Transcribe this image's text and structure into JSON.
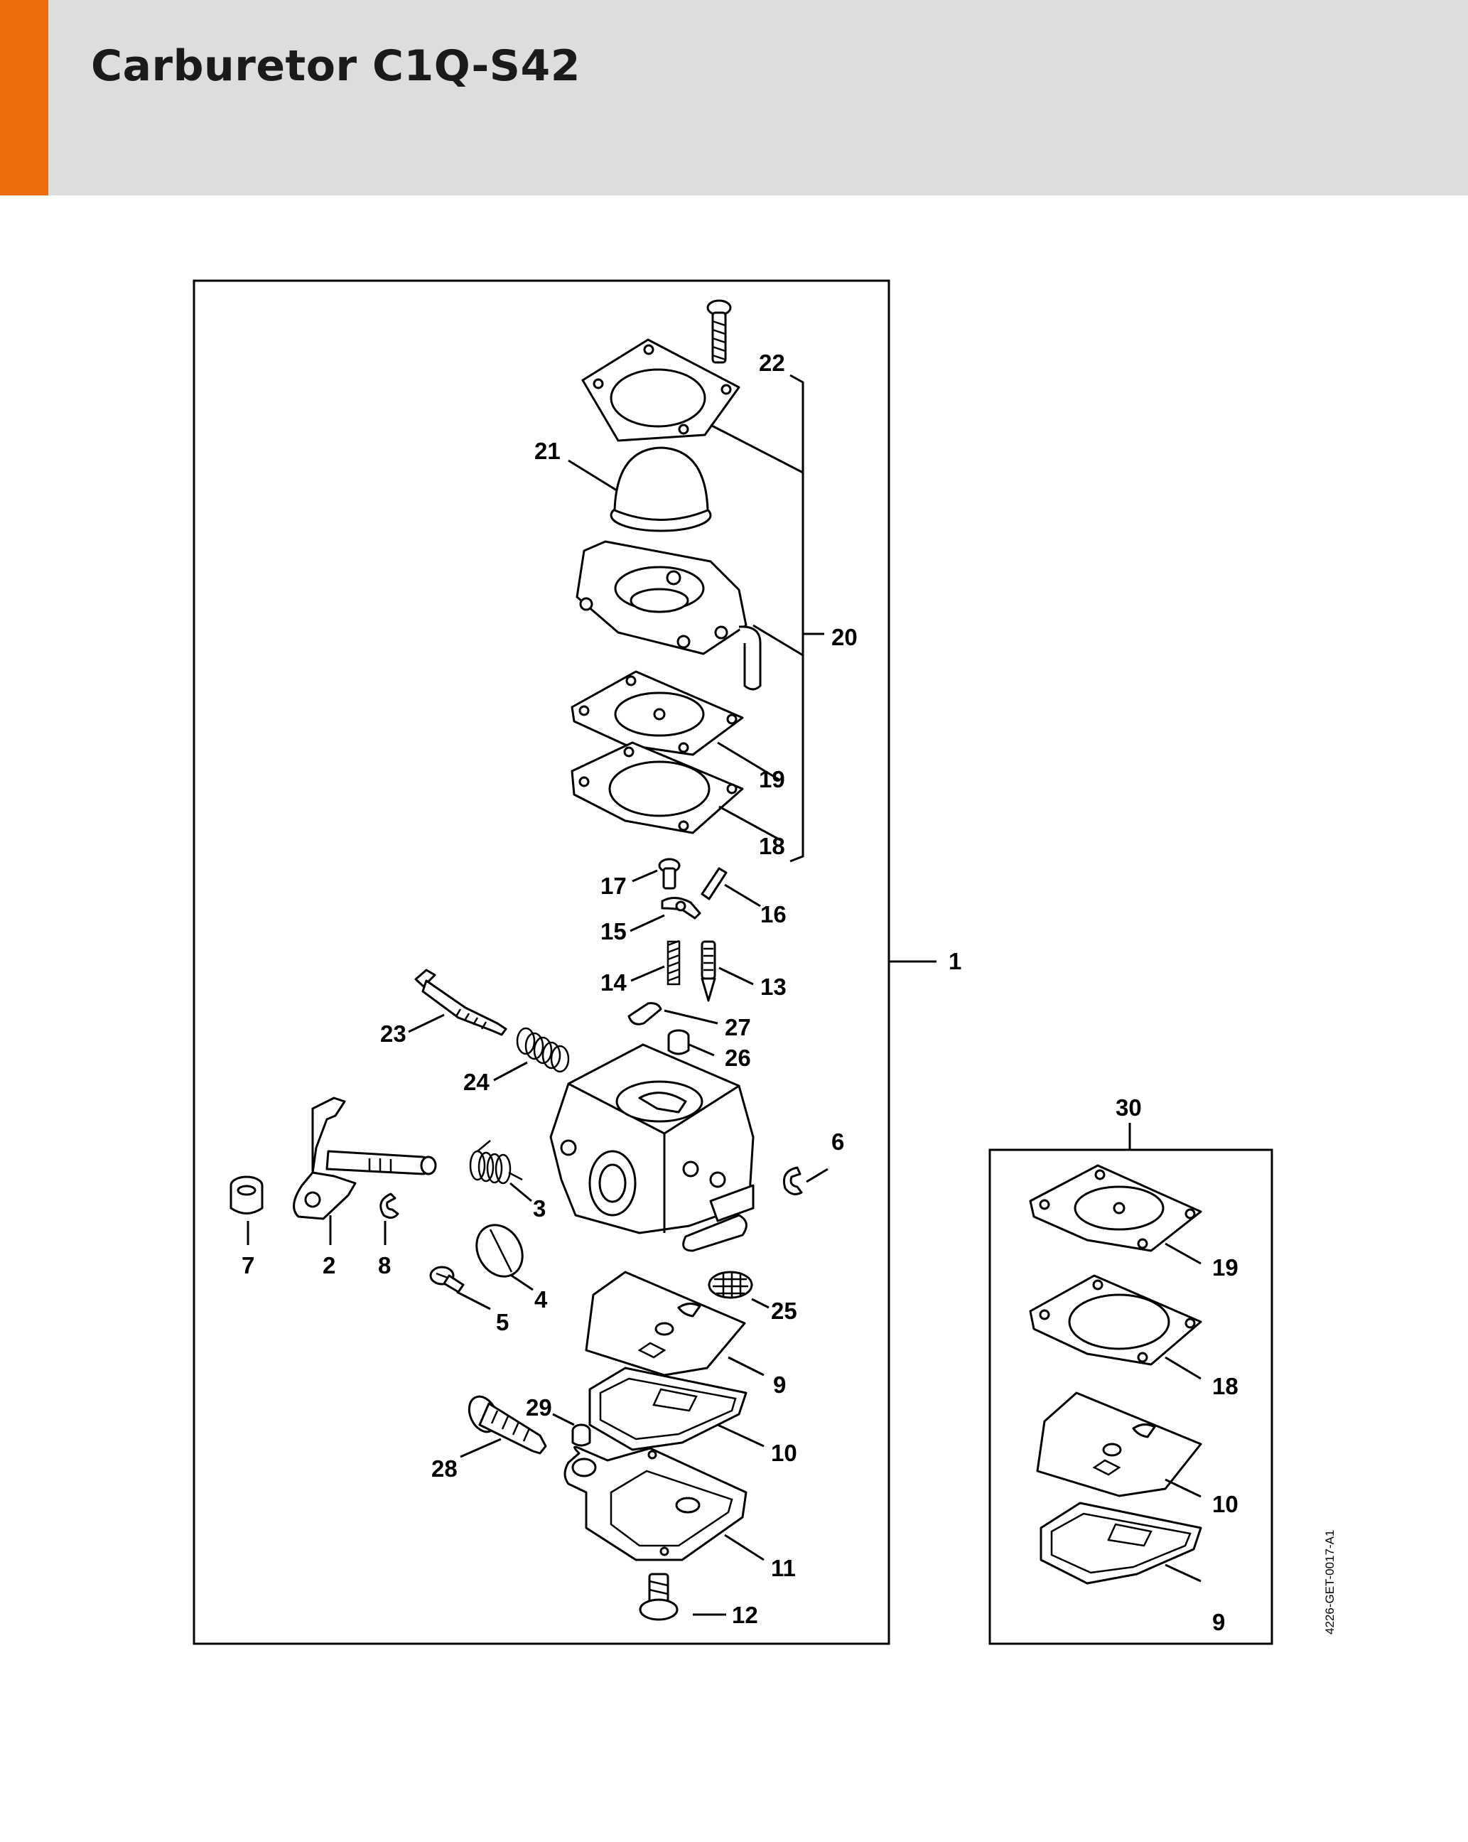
{
  "header": {
    "title": "Carburetor C1Q-S42",
    "accent_color": "#ee6b0b",
    "background_color": "#dcdedd"
  },
  "diagram": {
    "main_assembly": {
      "callouts": [
        "1",
        "2",
        "3",
        "4",
        "5",
        "6",
        "7",
        "8",
        "9",
        "10",
        "11",
        "12",
        "13",
        "14",
        "15",
        "16",
        "17",
        "18",
        "19",
        "20",
        "21",
        "22",
        "23",
        "24",
        "25",
        "26",
        "27",
        "28",
        "29"
      ]
    },
    "kit": {
      "callout": "30",
      "contents": [
        "19",
        "18",
        "10",
        "9"
      ]
    }
  },
  "footer": {
    "doc_code": "4226-GET-0017-A1"
  }
}
